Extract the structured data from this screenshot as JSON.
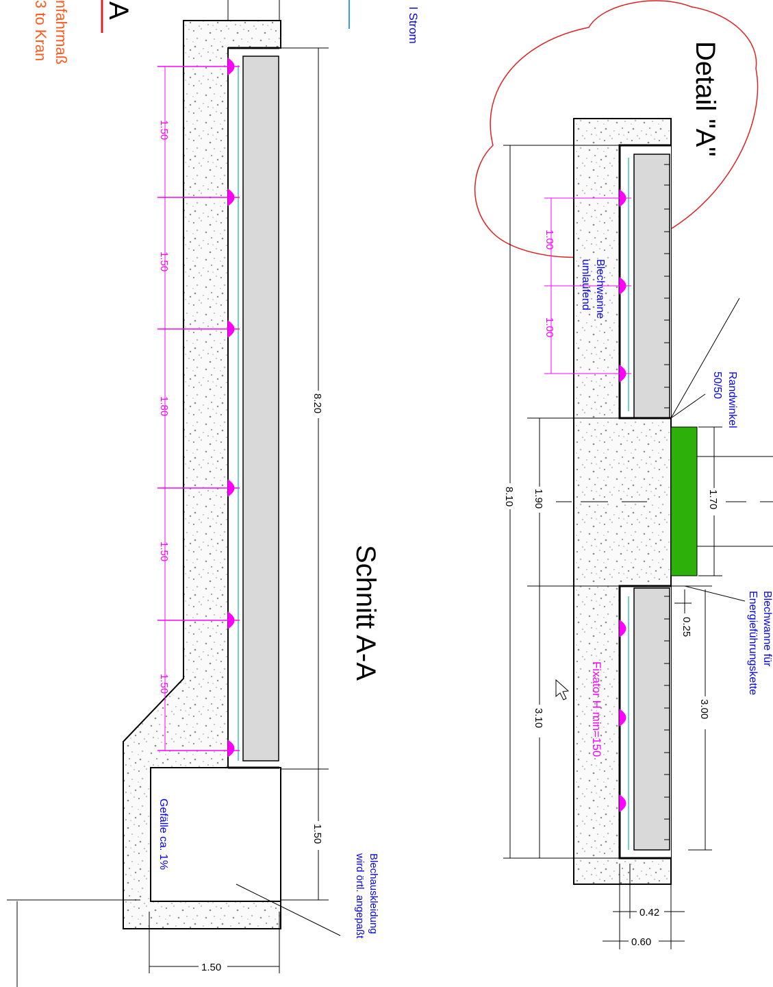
{
  "left_notes": {
    "line1": "nfahrmaß",
    "line2": "3  to  Kran",
    "section_marker": "A",
    "strom": "l  Strom"
  },
  "schnitt": {
    "title": "Schnitt A-A",
    "spacings": [
      "1.50",
      "1.50",
      "1.80",
      "1.50",
      "1.50"
    ],
    "overall_height": "8.20",
    "pit_depth": "1.50",
    "pit_width": "1.50",
    "slope_note": "Gefälle  ca.  1%",
    "lining_note_1": "Blechauskleidung",
    "lining_note_2": "wird  örtl.  angepaßt"
  },
  "detail": {
    "title": "Detail \"A\"",
    "spacings": [
      "1.00",
      "1.00"
    ],
    "overall_height": "8.10",
    "mid_segment": "1.90",
    "lower_segment": "3.10",
    "green_height": "1.70",
    "offset": "0.25",
    "lower_panel": "3.00",
    "width_inner": "0.42",
    "width_outer": "0.60",
    "tray_note_1": "Blechwanne",
    "tray_note_2": "umlaufend",
    "angle_note_1": "Randwinkel",
    "angle_note_2": "50/50",
    "energy_note_1": "Blechwanne  für",
    "energy_note_2": "Energieführungskette",
    "fixator_note": "Fixator  H  min=150"
  },
  "colors": {
    "magenta": "#ff00ff",
    "blue": "#0000ff",
    "orange": "#ff5a1e",
    "red": "#e02020",
    "green": "#2eb00a",
    "panel": "#d9d9d9"
  }
}
